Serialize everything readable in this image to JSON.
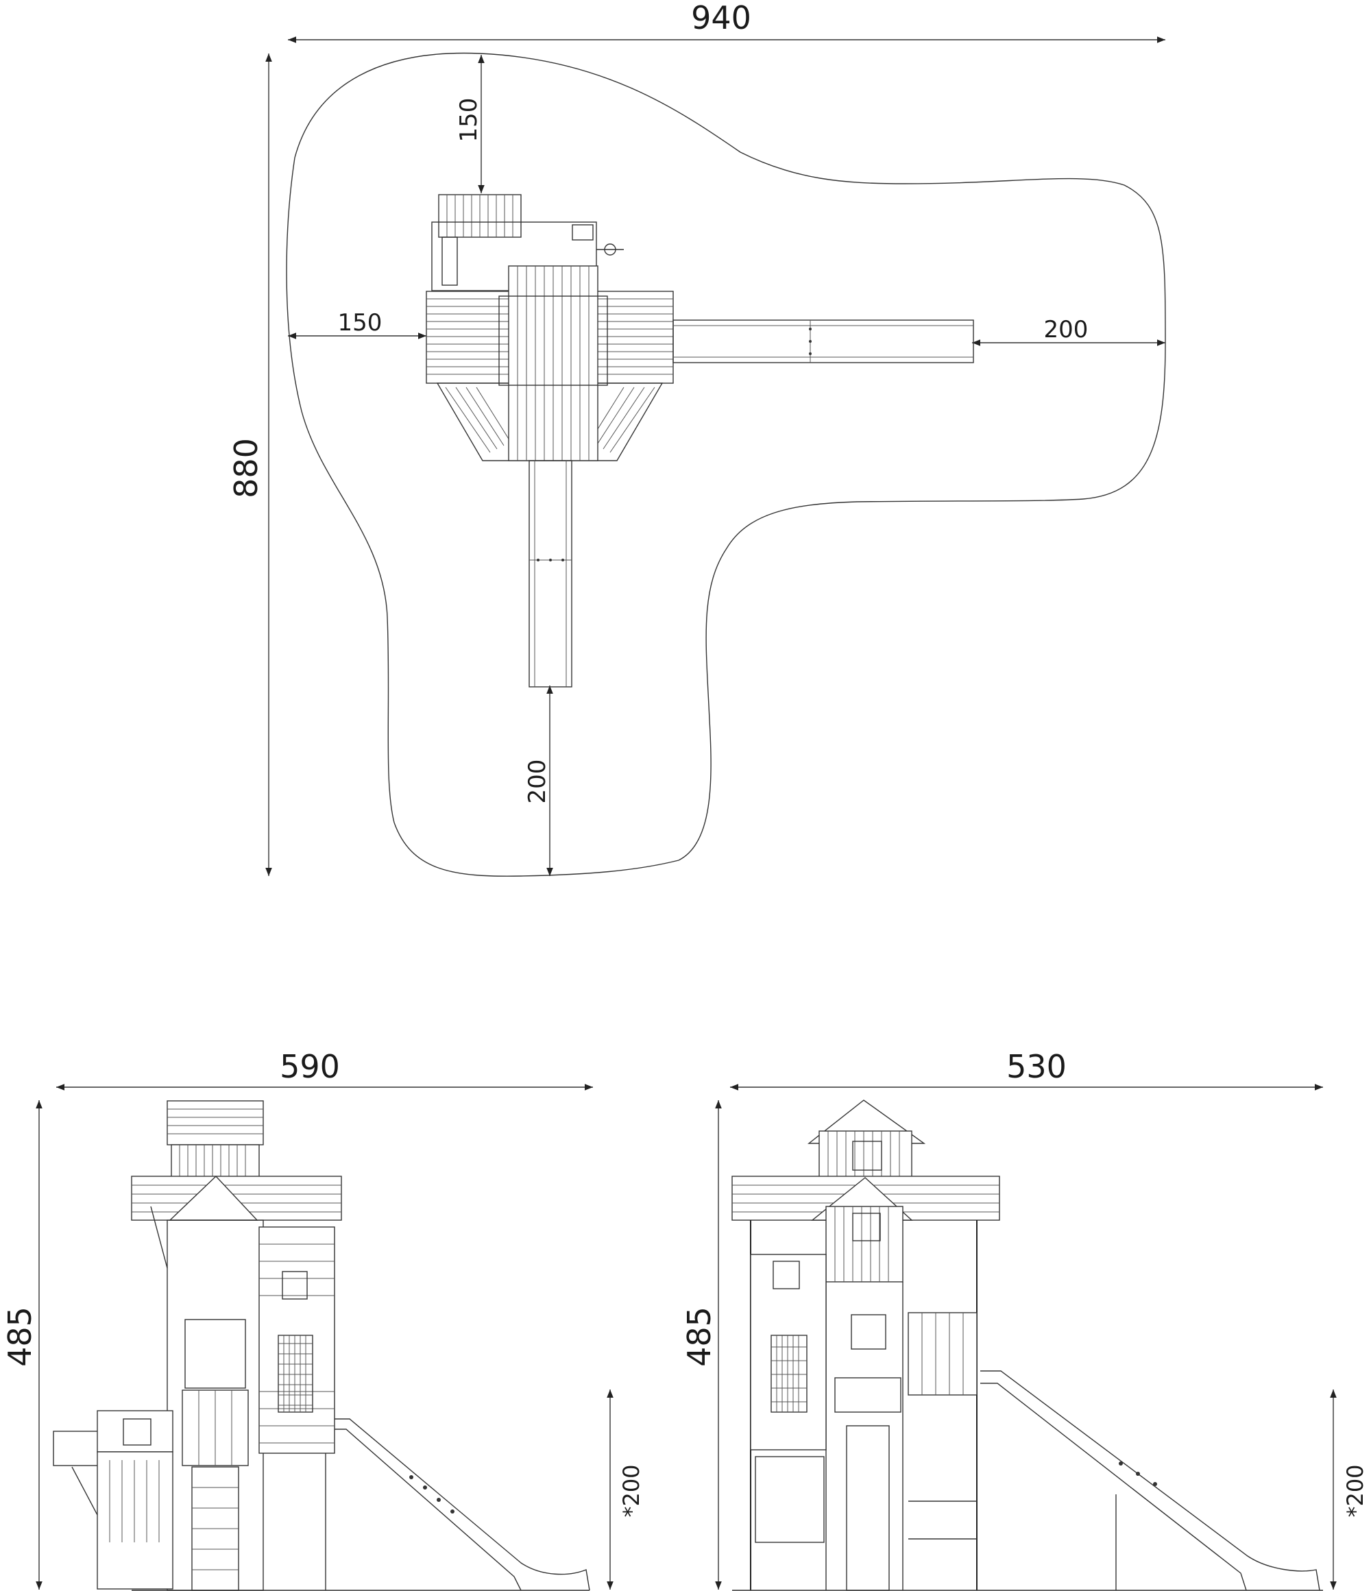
{
  "plan_view": {
    "overall_width": "940",
    "overall_depth": "880",
    "clearance_top": "150",
    "clearance_left": "150",
    "clearance_right": "200",
    "clearance_bottom": "200"
  },
  "side_view_left": {
    "width": "590",
    "height": "485",
    "slide_clearance": "*200"
  },
  "side_view_right": {
    "width": "530",
    "height": "485",
    "slide_clearance": "*200"
  }
}
